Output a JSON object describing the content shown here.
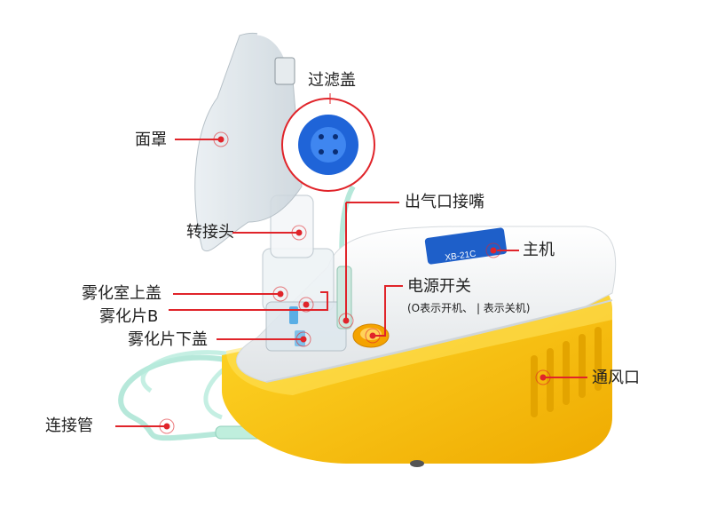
{
  "labels": {
    "filter_cap": "过滤盖",
    "mask": "面罩",
    "adapter": "转接头",
    "outlet_nozzle": "出气口接嘴",
    "main_unit": "主机",
    "chamber_top_cap": "雾化室上盖",
    "atomizer_plate_b": "雾化片B",
    "power_switch": "电源开关",
    "power_switch_note": "(O表示开机、 | 表示关机)",
    "plate_bottom_cap": "雾化片下盖",
    "vent": "通风口",
    "tube": "连接管"
  },
  "device": {
    "model_text": "XB-21C"
  },
  "colors": {
    "callout_red": "#e0242a",
    "housing_yellow": "#f7c500",
    "cap_blue": "#1f64d8"
  }
}
